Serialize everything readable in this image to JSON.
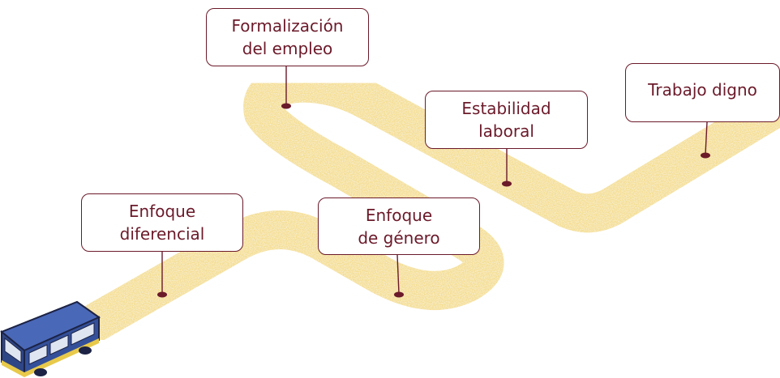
{
  "colors": {
    "accent": "#6b1a2a",
    "road": "#f3dc8c",
    "bus_body": "#3e5aa8",
    "bus_trim": "#e8c94a"
  },
  "milestones": [
    {
      "id": "enfoque-diferencial",
      "lines": [
        "Enfoque",
        "diferencial"
      ]
    },
    {
      "id": "enfoque-genero",
      "lines": [
        "Enfoque",
        "de género"
      ]
    },
    {
      "id": "formalizacion-empleo",
      "lines": [
        "Formalización",
        "del empleo"
      ]
    },
    {
      "id": "estabilidad-laboral",
      "lines": [
        "Estabilidad",
        "laboral"
      ]
    },
    {
      "id": "trabajo-digno",
      "lines": [
        "Trabajo digno",
        ""
      ]
    }
  ],
  "icons": [
    "bus-icon",
    "marker-dot-icon"
  ]
}
